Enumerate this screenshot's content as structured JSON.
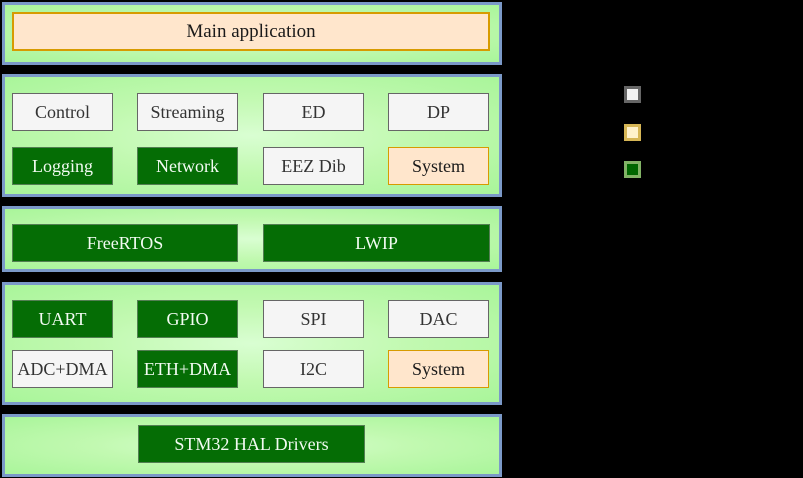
{
  "diagram": {
    "main_application": {
      "label": "Main application",
      "variant": "orange"
    },
    "application_layer": {
      "row1": [
        {
          "label": "Control",
          "variant": "gray"
        },
        {
          "label": "Streaming",
          "variant": "gray"
        },
        {
          "label": "ED",
          "variant": "gray"
        },
        {
          "label": "DP",
          "variant": "gray"
        }
      ],
      "row2": [
        {
          "label": "Logging",
          "variant": "green"
        },
        {
          "label": "Network",
          "variant": "green"
        },
        {
          "label": "EEZ Dib",
          "variant": "gray"
        },
        {
          "label": "System",
          "variant": "orange"
        }
      ]
    },
    "middleware_layer": [
      {
        "label": "FreeRTOS",
        "variant": "green"
      },
      {
        "label": "LWIP",
        "variant": "green"
      }
    ],
    "driver_layer": {
      "row1": [
        {
          "label": "UART",
          "variant": "green"
        },
        {
          "label": "GPIO",
          "variant": "green"
        },
        {
          "label": "SPI",
          "variant": "gray"
        },
        {
          "label": "DAC",
          "variant": "gray"
        }
      ],
      "row2": [
        {
          "label": "ADC+DMA",
          "variant": "gray"
        },
        {
          "label": "ETH+DMA",
          "variant": "green"
        },
        {
          "label": "I2C",
          "variant": "gray"
        },
        {
          "label": "System",
          "variant": "orange"
        }
      ]
    },
    "hal_layer": {
      "label": "STM32 HAL Drivers",
      "variant": "green"
    }
  },
  "legend": {
    "swatches": [
      {
        "name": "gray-swatch",
        "fill": "#f2f2f2",
        "border": "#666666"
      },
      {
        "name": "yellow-swatch",
        "fill": "#fff2cc",
        "border": "#d6b656"
      },
      {
        "name": "green-swatch",
        "fill": "#006600",
        "border": "#82b366"
      }
    ]
  },
  "colors": {
    "background": "#000000",
    "panel_border": "#7b99c8",
    "panel_fill_center": "#d9fed2",
    "panel_fill_edge": "#a9f59a",
    "green_block_fill": "#056d05",
    "green_block_text": "#f2fbf2",
    "gray_block_fill": "#f5f5f5",
    "gray_block_border": "#666666",
    "orange_block_fill": "#ffe6cc",
    "orange_block_border": "#d79b00"
  }
}
